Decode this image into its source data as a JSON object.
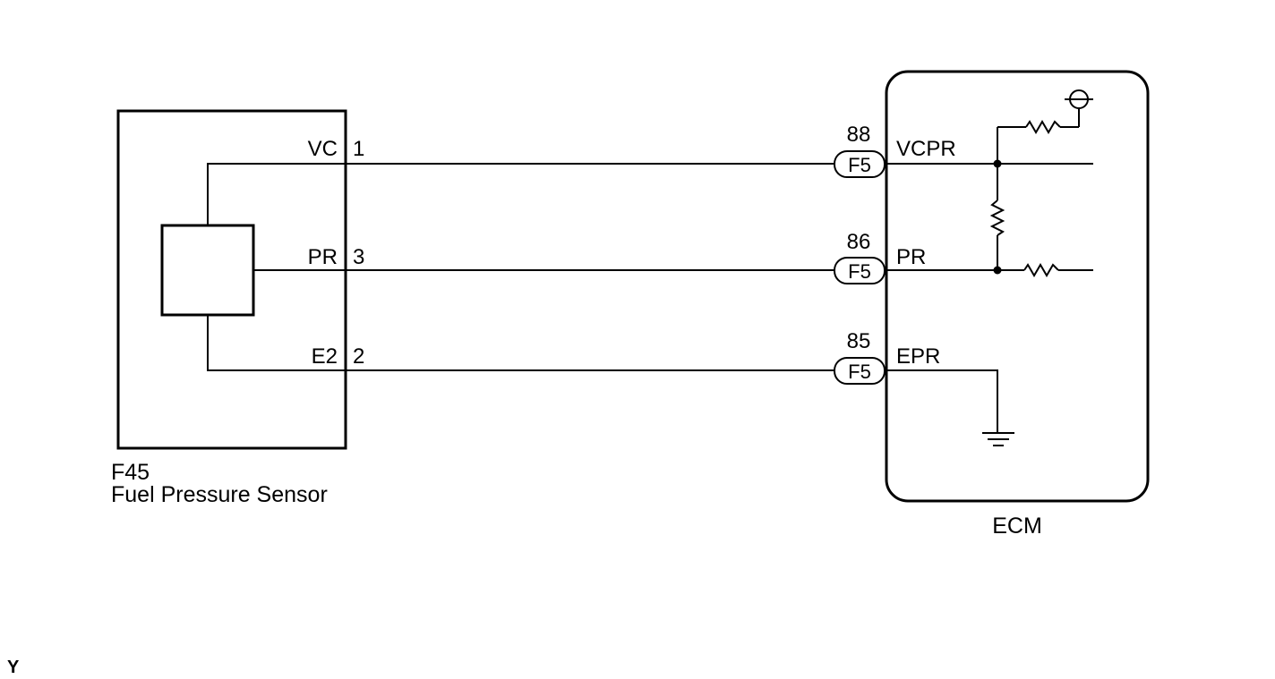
{
  "sensor": {
    "code": "F45",
    "name": "Fuel Pressure Sensor",
    "pins": [
      {
        "label": "VC",
        "number": "1"
      },
      {
        "label": "PR",
        "number": "3"
      },
      {
        "label": "E2",
        "number": "2"
      }
    ]
  },
  "ecm": {
    "name": "ECM",
    "pins": [
      {
        "connector": "F5",
        "number": "88",
        "label": "VCPR"
      },
      {
        "connector": "F5",
        "number": "86",
        "label": "PR"
      },
      {
        "connector": "F5",
        "number": "85",
        "label": "EPR"
      }
    ]
  },
  "corner_mark": "Y"
}
